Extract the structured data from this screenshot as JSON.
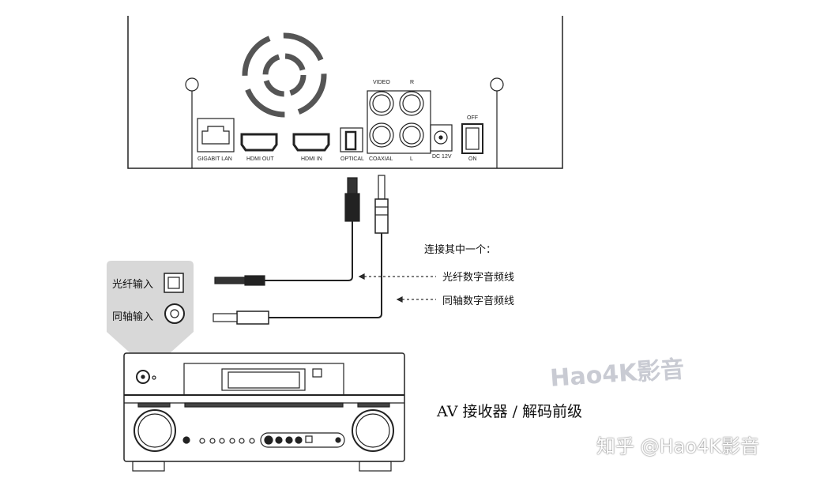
{
  "player_ports": {
    "lan": "GIGABIT LAN",
    "hdmi_out": "HDMI OUT",
    "hdmi_in": "HDMI IN",
    "optical": "OPTICAL",
    "coaxial": "COAXIAL",
    "video": "VIDEO",
    "r": "R",
    "l": "L",
    "dc": "DC 12V",
    "off": "OFF",
    "on": "ON"
  },
  "note": {
    "title": "连接其中一个：",
    "optical_cable": "光纤数字音频线",
    "coaxial_cable": "同轴数字音频线"
  },
  "receiver_inputs": {
    "optical": "光纤输入",
    "coaxial": "同轴输入"
  },
  "receiver_label": "AV 接收器 / 解码前级",
  "watermark": "Hao4K影音",
  "credit": "知乎 @Hao4K影音"
}
